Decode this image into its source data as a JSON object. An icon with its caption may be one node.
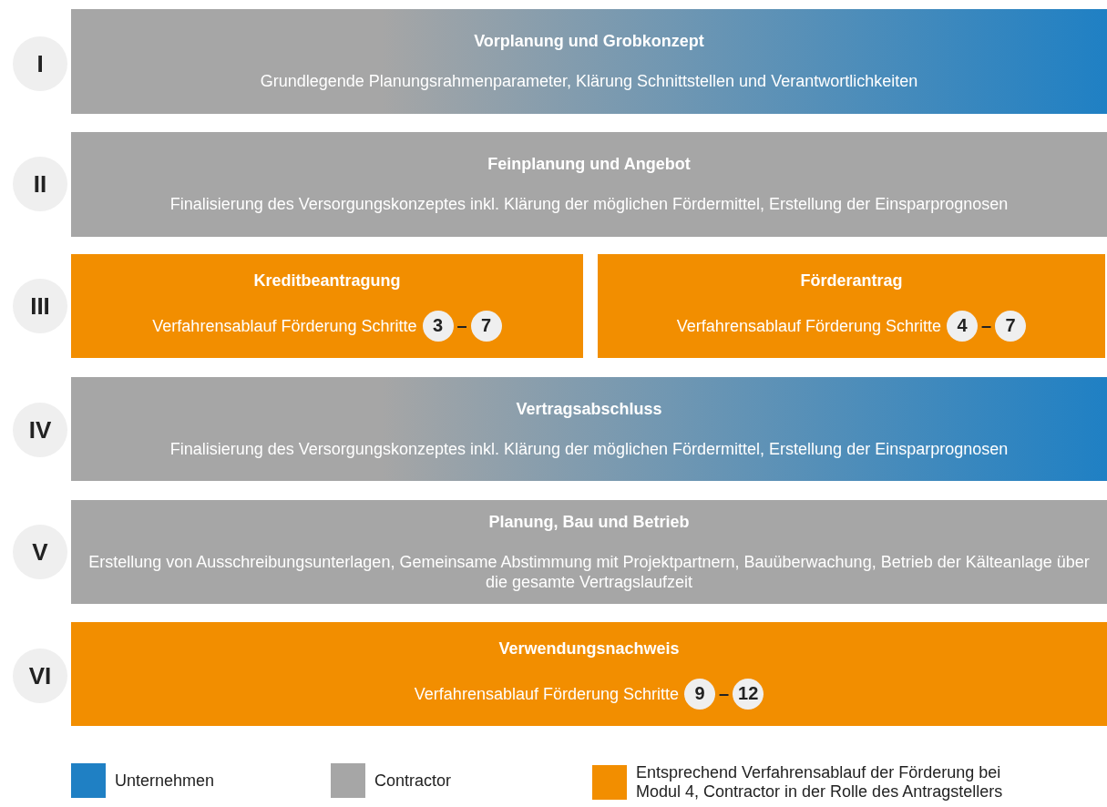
{
  "diagram": {
    "nodes": [
      {
        "text": [
          "I"
        ]
      },
      {
        "text": [
          "Vorplanung und Grobkonzept",
          "Grundlegende Planungsrahmenparameter, Klärung Schnittstellen und Verantwortlichkeiten"
        ]
      },
      {
        "text": [
          "II"
        ]
      },
      {
        "text": [
          "Feinplanung und Angebot",
          "Finalisierung des Versorgungskonzeptes inkl. Klärung der möglichen Fördermittel, Erstellung der Einsparprognosen"
        ]
      },
      {
        "text": [
          "III"
        ]
      },
      {
        "text": [
          "Kreditbeantragung",
          "Verfahrensablauf Förderung Schritte"
        ]
      },
      {
        "text": [
          "3"
        ],
        "in": 5
      },
      {
        "text": [
          "7"
        ],
        "in": 5
      },
      {
        "text": [
          "Förderantrag",
          "Verfahrensablauf Förderung Schritte"
        ]
      },
      {
        "text": [
          "4"
        ],
        "in": 8
      },
      {
        "text": [
          "7"
        ],
        "in": 8
      },
      {
        "text": [
          "IV"
        ]
      },
      {
        "text": [
          "Vertragsabschluss",
          "Finalisierung des Versorgungskonzeptes inkl. Klärung der möglichen Fördermittel, Erstellung der Einsparprognosen"
        ]
      },
      {
        "text": [
          "V"
        ]
      },
      {
        "text": [
          "Planung, Bau und Betrieb",
          "Erstellung von Ausschreibungsunterlagen, Gemeinsame Abstimmung mit Projektpartnern, Bauüberwachung, Betrieb der Kälteanlage über die gesamte Vertragslaufzeit"
        ]
      },
      {
        "text": [
          "VI"
        ]
      },
      {
        "text": [
          "Verwendungsnachweis",
          "Verfahrensablauf Förderung Schritte"
        ]
      },
      {
        "text": [
          "9"
        ],
        "in": 16
      },
      {
        "text": [
          "12"
        ],
        "in": 16
      }
    ],
    "labels": [
      "–",
      "–",
      "–"
    ],
    "legend": [
      {
        "text": "Unternehmen",
        "color": "#1f80c4"
      },
      {
        "text": "Contractor",
        "color": "#a6a6a6"
      },
      {
        "text": "Entsprechend Verfahrensablauf der Förderung bei Modul 4, Contractor in der Rolle des Antragstellers",
        "color": "#f28e00"
      }
    ]
  }
}
